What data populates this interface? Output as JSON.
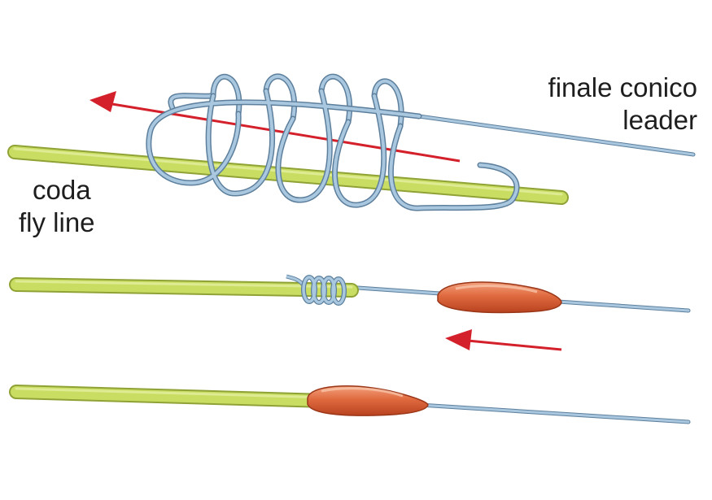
{
  "labels": {
    "leader_it": "finale conico",
    "leader_en": "leader",
    "flyline_it": "coda",
    "flyline_en": "fly line"
  },
  "colors": {
    "fly_line": "#c9dd63",
    "fly_line_edge": "#8fa236",
    "leader": "#a9c8e0",
    "leader_edge": "#5d7f9c",
    "arrow": "#d4202a",
    "sleeve": "#d65a34",
    "sleeve_highlight": "#f3a27f"
  }
}
